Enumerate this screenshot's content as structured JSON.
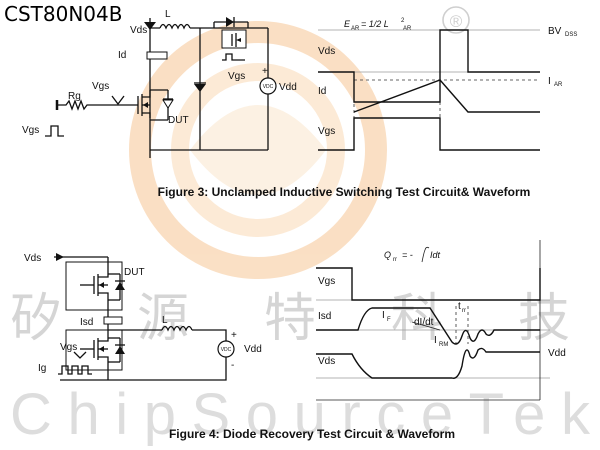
{
  "page": {
    "part_number": "CST80N04B"
  },
  "watermark": {
    "chinese": "矽源特科技",
    "english": "ChipSourceTek",
    "registered_mark": "®",
    "logo_color": "#f2a65a"
  },
  "figure3": {
    "caption": "Figure 3: Unclamped Inductive Switching Test Circuit& Waveform",
    "circuit": {
      "vds": "Vds",
      "inductor": "L",
      "id": "Id",
      "vgs_gate": "Vgs",
      "rg": "Rg",
      "dut": "DUT",
      "vgs_pulse": "Vgs",
      "vgs_switch": "Vgs",
      "vdd": "Vdd",
      "vdc": "VDC",
      "plus": "+"
    },
    "waveform": {
      "energy_eq": "E",
      "energy_sub": "AR",
      "energy_rhs": "= 1/2 L",
      "energy_sub2": "AR",
      "energy_sup": "2",
      "vds": "Vds",
      "id": "Id",
      "vgs": "Vgs",
      "bv": "BV",
      "bv_sub": "DSS",
      "iar": "I",
      "iar_sub": "AR"
    }
  },
  "figure4": {
    "caption": "Figure 4: Diode Recovery Test Circuit & Waveform",
    "circuit": {
      "vds": "Vds",
      "dut": "DUT",
      "isd": "Isd",
      "inductor": "L",
      "vgs": "Vgs",
      "ig": "Ig",
      "vdd": "Vdd",
      "vdc": "VDC",
      "plus": "+",
      "minus": "-"
    },
    "waveform": {
      "qrr_eq": "Q",
      "qrr_sub": "rr",
      "qrr_rhs": "= -",
      "qrr_int": "Idt",
      "vgs": "Vgs",
      "isd": "Isd",
      "vds": "Vds",
      "if": "I",
      "if_sub": "F",
      "didt": "dI/dt",
      "trr": "t",
      "trr_sub": "rr",
      "irm": "I",
      "irm_sub": "RM",
      "vdd": "Vdd"
    }
  },
  "icons": {
    "ground": "ground-icon",
    "inductor": "inductor-icon",
    "mosfet": "mosfet-icon",
    "diode": "diode-icon",
    "resistor": "resistor-icon",
    "source": "voltage-source-icon",
    "pulse": "pulse-icon",
    "current_probe": "current-probe-icon"
  }
}
